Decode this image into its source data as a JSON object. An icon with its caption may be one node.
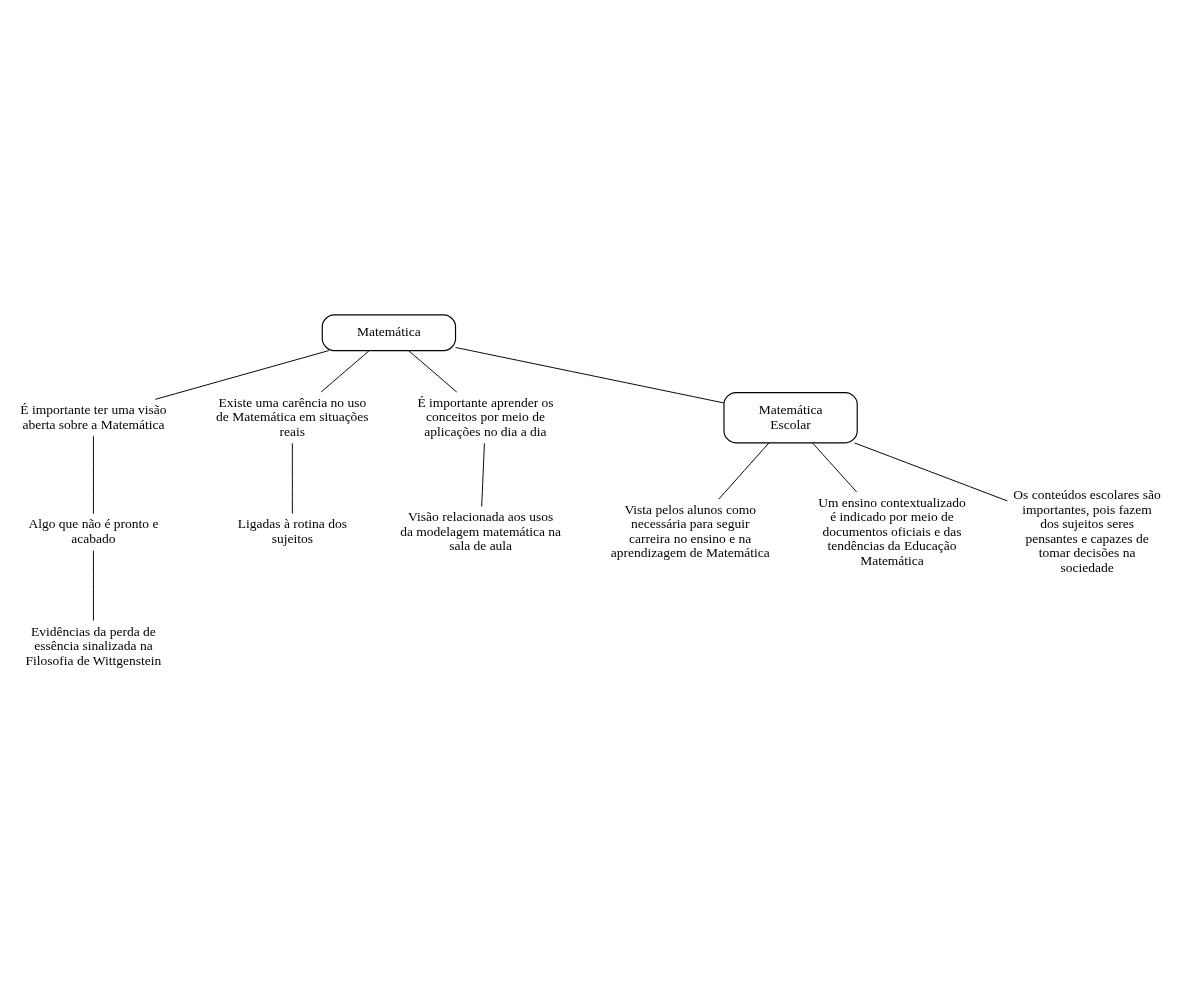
{
  "diagram": {
    "nodes": [
      {
        "text": [
          "Matemática"
        ]
      },
      {
        "text": [
          "É importante ter uma visão aberta sobre a Matemática"
        ]
      },
      {
        "text": [
          "Algo que não é pronto e acabado"
        ]
      },
      {
        "text": [
          "Evidências da perda de essência sinalizada na Filosofia de Wittgenstein"
        ]
      },
      {
        "text": [
          "Existe uma carência no uso de Matemática em situações reais"
        ]
      },
      {
        "text": [
          "Ligadas à rotina dos sujeitos"
        ]
      },
      {
        "text": [
          "É importante aprender os conceitos por meio de aplicações no dia a dia"
        ]
      },
      {
        "text": [
          "Visão relacionada aos usos da modelagem matemática na sala de aula"
        ]
      },
      {
        "text": [
          "Matemática Escolar"
        ]
      },
      {
        "text": [
          "Vista pelos alunos como necessária para seguir carreira no ensino e na aprendizagem de Matemática"
        ]
      },
      {
        "text": [
          "Um ensino contextualizado é indicado por meio de documentos oficiais e das tendências da Educação Matemática"
        ]
      },
      {
        "text": [
          "Os conteúdos escolares são importantes, pois fazem dos sujeitos seres pensantes e capazes de tomar decisões na sociedade"
        ]
      }
    ],
    "edges": [
      {
        "from": 0,
        "to": 1,
        "arrow": "none"
      },
      {
        "from": 1,
        "to": 2,
        "arrow": "none"
      },
      {
        "from": 2,
        "to": 3,
        "arrow": "none"
      },
      {
        "from": 0,
        "to": 4,
        "arrow": "none"
      },
      {
        "from": 4,
        "to": 5,
        "arrow": "none"
      },
      {
        "from": 0,
        "to": 6,
        "arrow": "none"
      },
      {
        "from": 6,
        "to": 7,
        "arrow": "none"
      },
      {
        "from": 0,
        "to": 8,
        "arrow": "none"
      },
      {
        "from": 8,
        "to": 9,
        "arrow": "none"
      },
      {
        "from": 8,
        "to": 10,
        "arrow": "none"
      },
      {
        "from": 8,
        "to": 11,
        "arrow": "none"
      }
    ]
  }
}
